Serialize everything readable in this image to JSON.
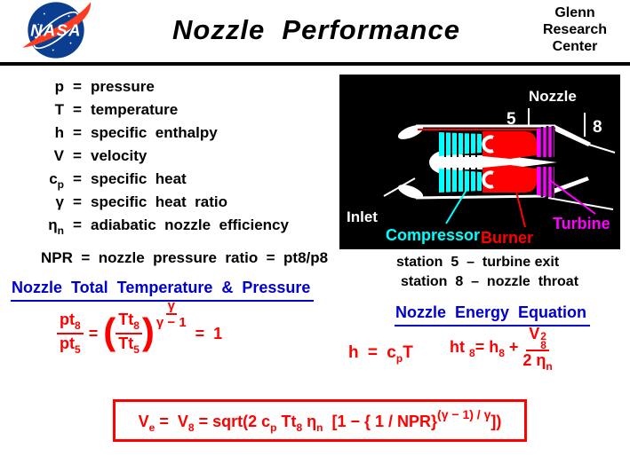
{
  "header": {
    "title": "Nozzle  Performance",
    "logo_label": "NASA",
    "org_lines": [
      "Glenn",
      "Research",
      "Center"
    ]
  },
  "equals_sign": "=",
  "definitions": [
    {
      "symbol": "p",
      "sub": "",
      "definition": "pressure"
    },
    {
      "symbol": "T",
      "sub": "",
      "definition": "temperature"
    },
    {
      "symbol": "h",
      "sub": "",
      "definition": "specific  enthalpy"
    },
    {
      "symbol": "V",
      "sub": "",
      "definition": "velocity"
    },
    {
      "symbol": "c",
      "sub": "p",
      "definition": "specific  heat"
    },
    {
      "symbol": "γ",
      "sub": "",
      "definition": "specific  heat  ratio"
    },
    {
      "symbol": "η",
      "sub": "n",
      "definition": "adiabatic  nozzle  efficiency"
    }
  ],
  "npr_line": "NPR  =  nozzle  pressure  ratio  =  pt8/p8",
  "headings": {
    "left": "Nozzle  Total  Temperature  &  Pressure",
    "right": "Nozzle  Energy  Equation"
  },
  "stations": [
    "station  5  –  turbine exit",
    "station  8  –  nozzle  throat"
  ],
  "diagram": {
    "labels": {
      "nozzle": "Nozzle",
      "inlet": "Inlet",
      "compressor": "Compressor",
      "burner": "Burner",
      "turbine": "Turbine",
      "station5": "5",
      "station8": "8"
    },
    "colors": {
      "background": "#000000",
      "outline": "#ffffff",
      "compressor": "#00ffff",
      "burner": "#ff0000",
      "turbine": "#ff00ff",
      "inner_line": "#ff0000"
    }
  },
  "eq_pressure_ratio": {
    "lhs_num": "pt",
    "lhs_num_sub": "8",
    "lhs_den": "pt",
    "lhs_den_sub": "5",
    "equals": "=",
    "paren_open": "(",
    "inner_num": "Tt",
    "inner_num_sub": "8",
    "inner_den": "Tt",
    "inner_den_sub": "5",
    "paren_close": ")",
    "exp_num": "γ",
    "exp_den": "γ − 1",
    "result": "=  1"
  },
  "eq_enthalpy": {
    "h": "h",
    "equals": "=",
    "c": "c",
    "c_sub": "p",
    "T": "T"
  },
  "eq_energy": {
    "ht": "ht ",
    "ht_sub": "8",
    "equals": "= ",
    "h": "h",
    "h_sub": "8",
    "plus": " + ",
    "num_v": "V",
    "num_sup": "2",
    "num_sub": "8",
    "den": "2 η",
    "den_sub": "n"
  },
  "eq_velocity": {
    "ve": "V",
    "ve_sub": "e",
    "eq1": " =  ",
    "v8": "V",
    "v8_sub": "8",
    "eq2": " = sqrt(2 c",
    "cp_sub": "p",
    "tt": " Tt",
    "tt_sub": "8",
    "eta": " η",
    "eta_sub": "n",
    "bracket": "  [1 − { 1 / NPR}",
    "exponent": "(γ − 1) / γ",
    "close": "])"
  },
  "colors": {
    "heading_blue": "#0000cc",
    "equation_red": "#ff0000",
    "rule_black": "#000000"
  }
}
